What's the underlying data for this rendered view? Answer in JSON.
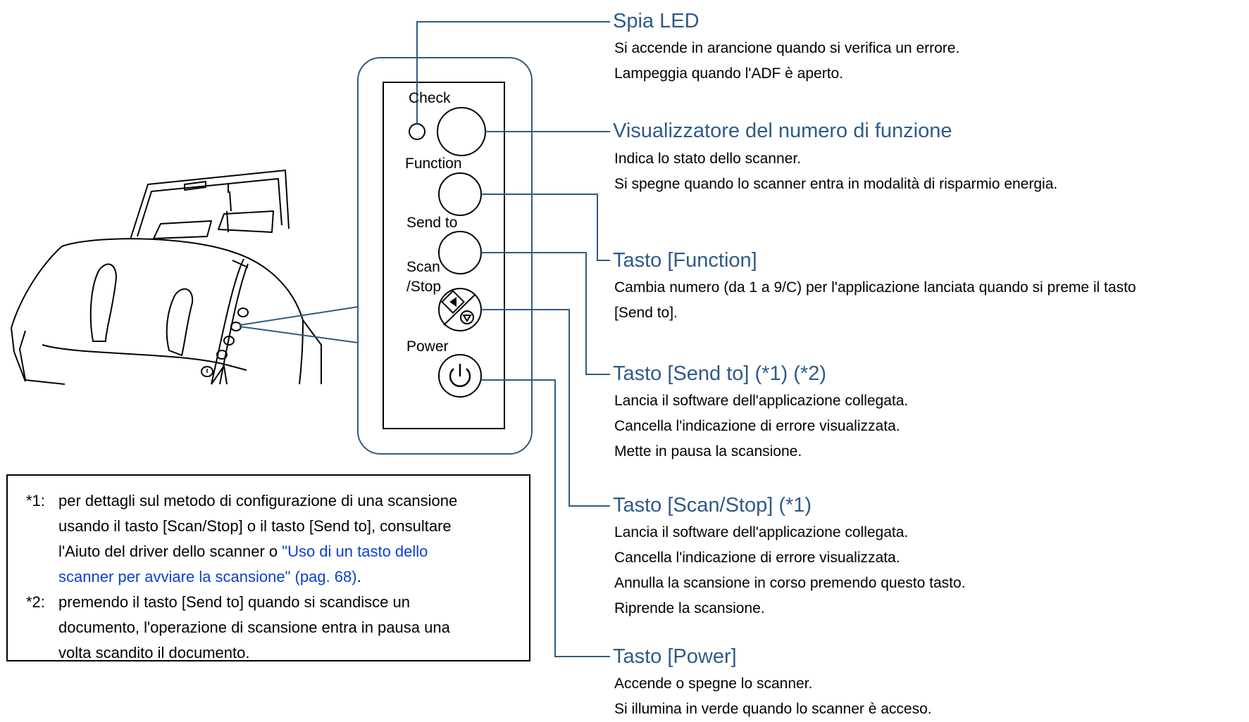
{
  "panel": {
    "labels": {
      "check": "Check",
      "function": "Function",
      "send_to": "Send to",
      "scan": "Scan",
      "stop": "/Stop",
      "power": "Power"
    }
  },
  "callouts": [
    {
      "title": "Spia LED",
      "lines": [
        "Si accende in arancione quando si verifica un errore.",
        "Lampeggia quando l'ADF è aperto."
      ]
    },
    {
      "title": "Visualizzatore del numero di funzione",
      "lines": [
        "Indica lo stato dello scanner.",
        "Si spegne quando lo scanner entra in modalità di risparmio energia."
      ]
    },
    {
      "title": "Tasto [Function]",
      "lines": [
        "Cambia numero (da 1 a 9/C) per l'applicazione lanciata quando si preme il tasto",
        "[Send to]."
      ]
    },
    {
      "title": "Tasto [Send to] (*1) (*2)",
      "lines": [
        "Lancia il software dell'applicazione collegata.",
        "Cancella l'indicazione di errore visualizzata.",
        "Mette in pausa la scansione."
      ]
    },
    {
      "title": "Tasto [Scan/Stop] (*1)",
      "lines": [
        "Lancia il software dell'applicazione collegata.",
        "Cancella l'indicazione di errore visualizzata.",
        "Annulla la scansione in corso premendo questo tasto.",
        "Riprende la scansione."
      ]
    },
    {
      "title": "Tasto [Power]",
      "lines": [
        "Accende o spegne lo scanner.",
        "Si illumina in verde quando lo scanner è acceso."
      ]
    }
  ],
  "notes": [
    {
      "num": "*1:",
      "line1": "per dettagli sul metodo di configurazione di una scansione",
      "line2": "usando il tasto [Scan/Stop] o il tasto [Send to], consultare",
      "line3_text": "l'Aiuto del driver dello scanner o ",
      "line3_link": "\"Uso di un tasto dello",
      "line4_link": "scanner per avviare la scansione\" (pag. 68)",
      "line4_end": "."
    },
    {
      "num": "*2:",
      "lines": [
        "premendo il tasto [Send to] quando si scandisce un",
        "documento, l'operazione di scansione entra in pausa una",
        "volta scandito il documento."
      ]
    }
  ],
  "colors": {
    "heading": "#2e5b86",
    "leader_line": "#2e5b86",
    "link": "#0b3fd3",
    "panel_outline": "#2e5b86"
  },
  "icons": [
    "scan-stop-icon",
    "power-icon",
    "scanner-illustration"
  ]
}
